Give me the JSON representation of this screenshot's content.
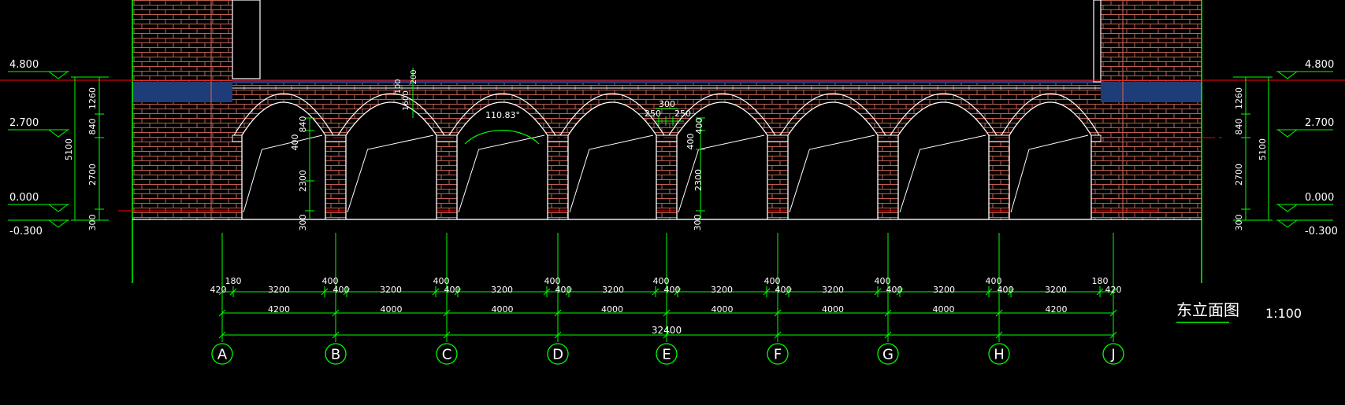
{
  "title": "东立面图",
  "scale": "1:100",
  "elevations_left": [
    "4.800",
    "2.700",
    "0.000",
    "-0.300"
  ],
  "elevations_right": [
    "4.800",
    "2.700",
    "0.000",
    "-0.300"
  ],
  "left_vertical_dims": [
    "1260",
    "840",
    "2700",
    "300"
  ],
  "left_total_dim": "5100",
  "right_vertical_dims": [
    "1260",
    "840",
    "2700",
    "300"
  ],
  "right_total_dim": "5100",
  "pier_dims_a": [
    "840",
    "400",
    "2300",
    "300"
  ],
  "pier_dims_e": [
    "400",
    "2300",
    "300"
  ],
  "cornice_dims": [
    "100",
    "1600",
    "200"
  ],
  "arch_dims": [
    "300",
    "250",
    "250",
    "400"
  ],
  "angle_label": "110.83°",
  "dim_row1_top": [
    "180",
    "400",
    "400",
    "400",
    "400",
    "400",
    "400",
    "400",
    "180"
  ],
  "dim_row1_bottom": [
    "420",
    "3200",
    "400",
    "3200",
    "400",
    "3200",
    "400",
    "3200",
    "400",
    "3200",
    "400",
    "3200",
    "400",
    "3200",
    "400",
    "3200",
    "420"
  ],
  "dim_row2": [
    "4200",
    "4000",
    "4000",
    "4000",
    "4000",
    "4000",
    "4000",
    "4200"
  ],
  "dim_total": "32400",
  "axes": [
    "A",
    "B",
    "C",
    "D",
    "E",
    "F",
    "G",
    "H",
    "J"
  ],
  "colors": {
    "background": "#000000",
    "brick": "#c06050",
    "line_white": "#ffffff",
    "dimension": "#00ff00",
    "centerline": "#ff0000",
    "cornice": "#1e3c78"
  }
}
